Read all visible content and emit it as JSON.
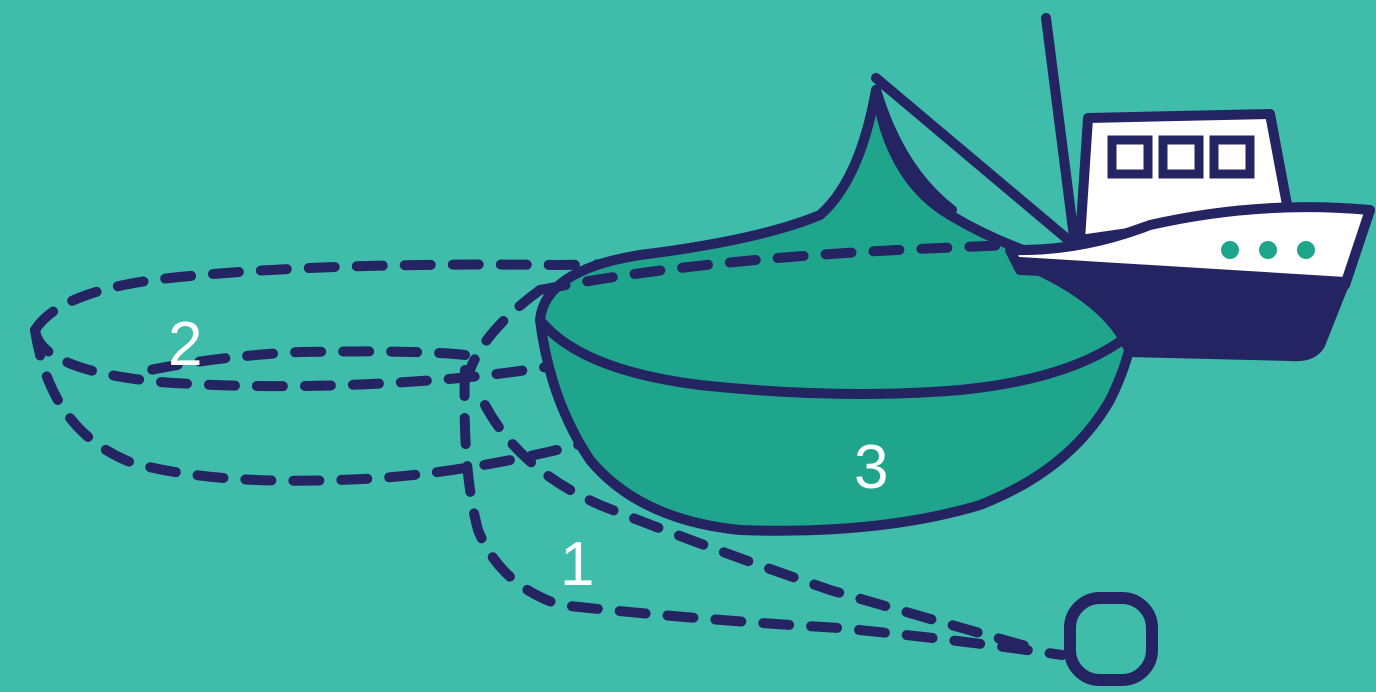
{
  "steps": [
    {
      "label": "1"
    },
    {
      "label": "2"
    },
    {
      "label": "3"
    }
  ],
  "icons": {
    "boat": "fishing-boat-icon",
    "buoy": "buoy-icon",
    "net": "purse-seine-net-icon"
  },
  "colors": {
    "background": "#3fbcaa",
    "net_fill": "#1fa58b",
    "outline": "#252463",
    "boat_hull": "#252463",
    "boat_cabin": "#ffffff",
    "portholes": "#1fa58b"
  }
}
